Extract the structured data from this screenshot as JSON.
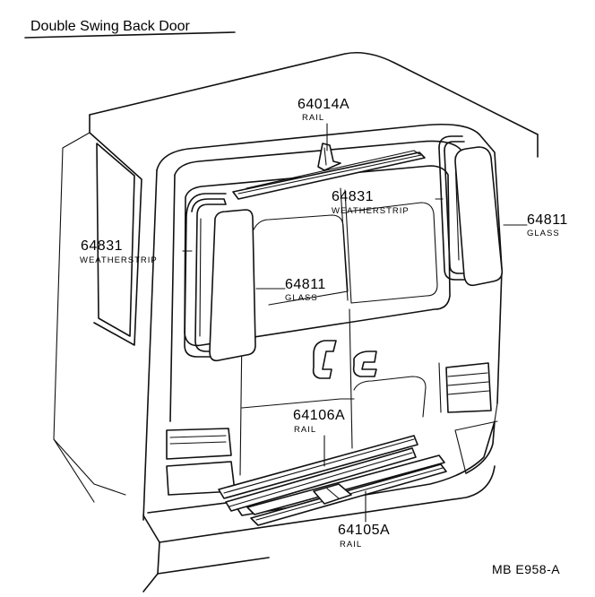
{
  "title": "Double Swing Back Door",
  "drawing_code": "MB E958-A",
  "callouts": {
    "rail_top": {
      "number": "64014A",
      "name": "RAIL"
    },
    "weatherstrip_l": {
      "number": "64831",
      "name": "WEATHERSTRIP"
    },
    "glass_l": {
      "number": "64811",
      "name": "GLASS"
    },
    "weatherstrip_r": {
      "number": "64831",
      "name": "WEATHERSTRIP"
    },
    "glass_r": {
      "number": "64811",
      "name": "GLASS"
    },
    "rail_mid": {
      "number": "64106A",
      "name": "RAIL"
    },
    "rail_bottom": {
      "number": "64105A",
      "name": "RAIL"
    }
  }
}
